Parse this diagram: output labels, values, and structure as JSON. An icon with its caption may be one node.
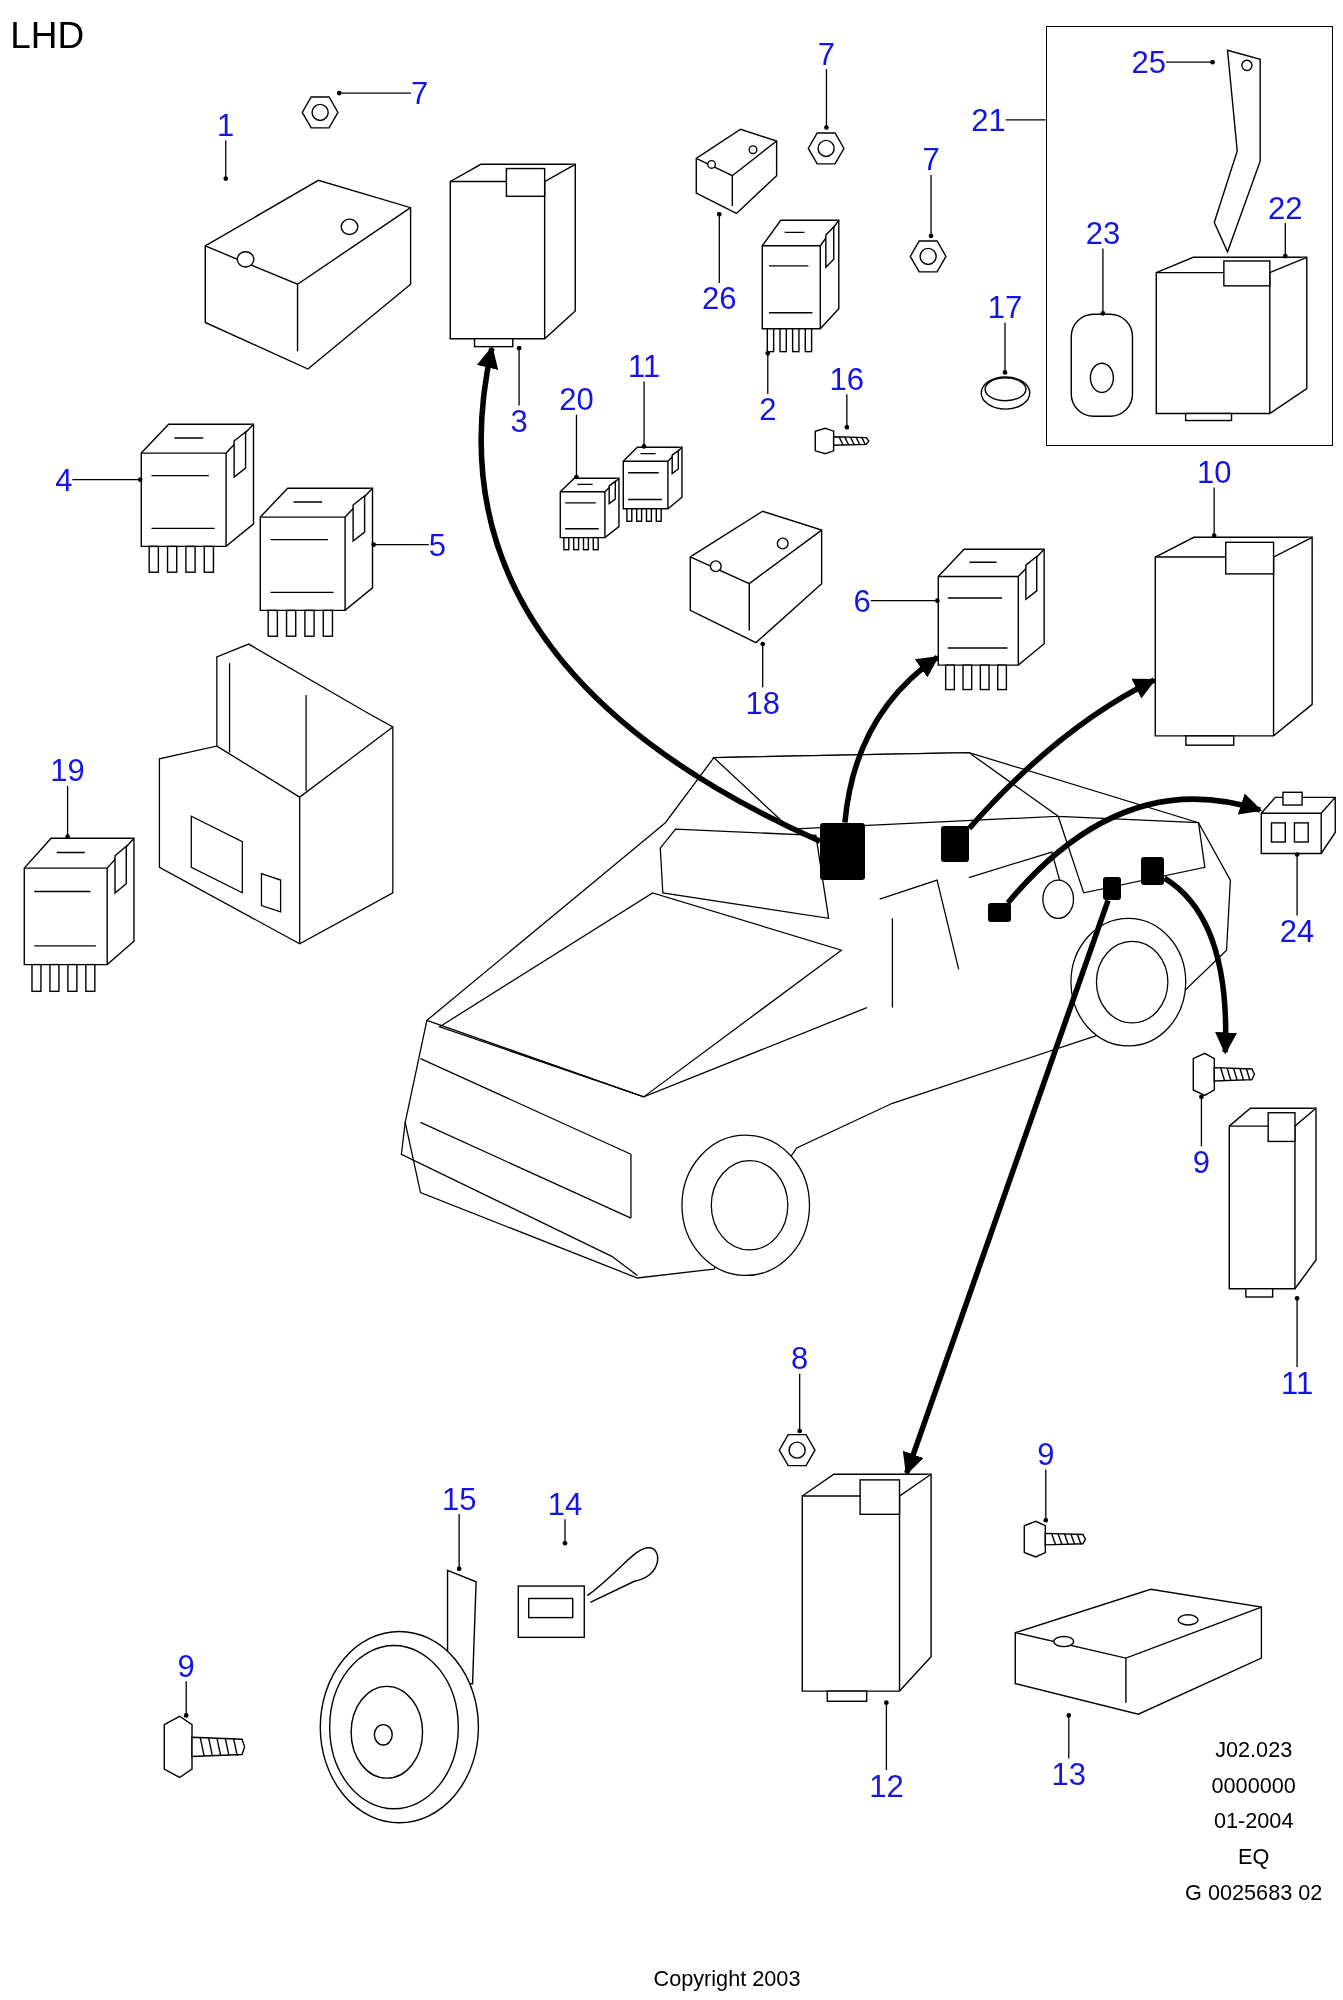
{
  "diagram": {
    "title": "LHD",
    "nodes": [
      {
        "text": [
          "1"
        ]
      },
      {
        "text": [],
        "shape": "picture"
      },
      {
        "text": [
          "7"
        ]
      },
      {
        "text": [],
        "shape": "picture"
      },
      {
        "text": [
          "7"
        ]
      },
      {
        "text": [],
        "shape": "picture"
      },
      {
        "text": [
          "21"
        ]
      },
      {
        "text": [],
        "shape": "box"
      },
      {
        "text": [
          "25"
        ],
        "in": 7
      },
      {
        "text": [],
        "shape": "picture",
        "in": 7
      },
      {
        "text": [
          "7"
        ]
      },
      {
        "text": [],
        "shape": "picture"
      },
      {
        "text": [
          "22"
        ],
        "in": 7
      },
      {
        "text": [],
        "shape": "picture",
        "in": 7
      },
      {
        "text": [
          "23"
        ],
        "in": 7
      },
      {
        "text": [],
        "shape": "picture",
        "in": 7
      },
      {
        "text": [
          "17"
        ]
      },
      {
        "text": [],
        "shape": "picture"
      },
      {
        "text": [
          "26"
        ]
      },
      {
        "text": [],
        "shape": "picture"
      },
      {
        "text": [
          "11"
        ]
      },
      {
        "text": [],
        "shape": "picture"
      },
      {
        "text": [
          "16"
        ]
      },
      {
        "text": [],
        "shape": "picture"
      },
      {
        "text": [
          "20"
        ]
      },
      {
        "text": [],
        "shape": "picture"
      },
      {
        "text": [
          "3"
        ]
      },
      {
        "text": [],
        "shape": "picture"
      },
      {
        "text": [
          "2"
        ]
      },
      {
        "text": [],
        "shape": "picture"
      },
      {
        "text": [
          "4"
        ]
      },
      {
        "text": [],
        "shape": "picture"
      },
      {
        "text": [
          "10"
        ]
      },
      {
        "text": [],
        "shape": "picture"
      },
      {
        "text": [
          "5"
        ]
      },
      {
        "text": [],
        "shape": "picture"
      },
      {
        "text": [
          "6"
        ]
      },
      {
        "text": [],
        "shape": "picture"
      },
      {
        "text": [
          "18"
        ]
      },
      {
        "text": [],
        "shape": "picture"
      },
      {
        "text": [
          "19"
        ]
      },
      {
        "text": [],
        "shape": "picture"
      },
      {
        "text": [],
        "shape": "picture"
      },
      {
        "text": [],
        "shape": "box",
        "in": 42
      },
      {
        "text": [],
        "shape": "box",
        "in": 42
      },
      {
        "text": [],
        "shape": "box",
        "in": 42
      },
      {
        "text": [],
        "shape": "box",
        "in": 42
      },
      {
        "text": [],
        "shape": "box",
        "in": 42
      },
      {
        "text": [],
        "shape": "picture"
      },
      {
        "text": [
          "24"
        ]
      },
      {
        "text": [],
        "shape": "picture"
      },
      {
        "text": [
          "9"
        ]
      },
      {
        "text": [],
        "shape": "picture"
      },
      {
        "text": [
          "11"
        ]
      },
      {
        "text": [
          "8"
        ]
      },
      {
        "text": [],
        "shape": "picture"
      },
      {
        "text": [
          "9"
        ]
      },
      {
        "text": [],
        "shape": "picture"
      },
      {
        "text": [
          "15"
        ]
      },
      {
        "text": [
          "14"
        ]
      },
      {
        "text": [],
        "shape": "picture"
      },
      {
        "text": [],
        "shape": "picture"
      },
      {
        "text": [
          "9"
        ]
      },
      {
        "text": [],
        "shape": "picture"
      },
      {
        "text": [],
        "shape": "picture"
      },
      {
        "text": [],
        "shape": "picture"
      },
      {
        "text": [
          "12"
        ]
      },
      {
        "text": [
          "13"
        ]
      }
    ],
    "edges": [
      {
        "from": 0,
        "to": 1,
        "arrow": "other"
      },
      {
        "from": 2,
        "to": 3,
        "arrow": "other"
      },
      {
        "from": 4,
        "to": 5,
        "arrow": "other"
      },
      {
        "from": 6,
        "to": 7,
        "arrow": "none"
      },
      {
        "from": 8,
        "to": 9,
        "arrow": "other"
      },
      {
        "from": 10,
        "to": 11,
        "arrow": "other"
      },
      {
        "from": 12,
        "to": 13,
        "arrow": "other"
      },
      {
        "from": 14,
        "to": 15,
        "arrow": "other"
      },
      {
        "from": 16,
        "to": 17,
        "arrow": "other"
      },
      {
        "from": 18,
        "to": 19,
        "arrow": "other"
      },
      {
        "from": 20,
        "to": 21,
        "arrow": "other"
      },
      {
        "from": 22,
        "to": 23,
        "arrow": "other"
      },
      {
        "from": 24,
        "to": 25,
        "arrow": "other"
      },
      {
        "from": 26,
        "to": 27,
        "arrow": "other"
      },
      {
        "from": 28,
        "to": 29,
        "arrow": "other"
      },
      {
        "from": 30,
        "to": 31,
        "arrow": "other"
      },
      {
        "from": 32,
        "to": 33,
        "arrow": "other"
      },
      {
        "from": 34,
        "to": 35,
        "arrow": "other"
      },
      {
        "from": 36,
        "to": 37,
        "arrow": "other"
      },
      {
        "from": 38,
        "to": 39,
        "arrow": "other"
      },
      {
        "from": 40,
        "to": 41,
        "arrow": "other"
      },
      {
        "from": 49,
        "to": 48,
        "arrow": "other"
      },
      {
        "from": 51,
        "to": 50,
        "arrow": "other"
      },
      {
        "from": 53,
        "to": 52,
        "arrow": "other"
      },
      {
        "from": 54,
        "to": 55,
        "arrow": "other"
      },
      {
        "from": 56,
        "to": 57,
        "arrow": "other"
      },
      {
        "from": 58,
        "to": 60,
        "arrow": "other"
      },
      {
        "from": 59,
        "to": 61,
        "arrow": "other"
      },
      {
        "from": 62,
        "to": 63,
        "arrow": "other"
      },
      {
        "from": 66,
        "to": 64,
        "arrow": "other"
      },
      {
        "from": 67,
        "to": 65,
        "arrow": "other"
      },
      {
        "from": 43,
        "to": 27,
        "arrow": "to",
        "style": "thick"
      },
      {
        "from": 43,
        "to": 37,
        "arrow": "to",
        "style": "thick"
      },
      {
        "from": 44,
        "to": 33,
        "arrow": "to",
        "style": "thick"
      },
      {
        "from": 45,
        "to": 48,
        "arrow": "to",
        "style": "thick"
      },
      {
        "from": 47,
        "to": 50,
        "arrow": "to",
        "style": "thick"
      },
      {
        "from": 46,
        "to": 64,
        "arrow": "to",
        "style": "thick"
      }
    ],
    "labels": [
      "J02.023",
      "0000000",
      "01-2004",
      "EQ",
      "G 0025683 02",
      "Copyright 2003"
    ]
  }
}
